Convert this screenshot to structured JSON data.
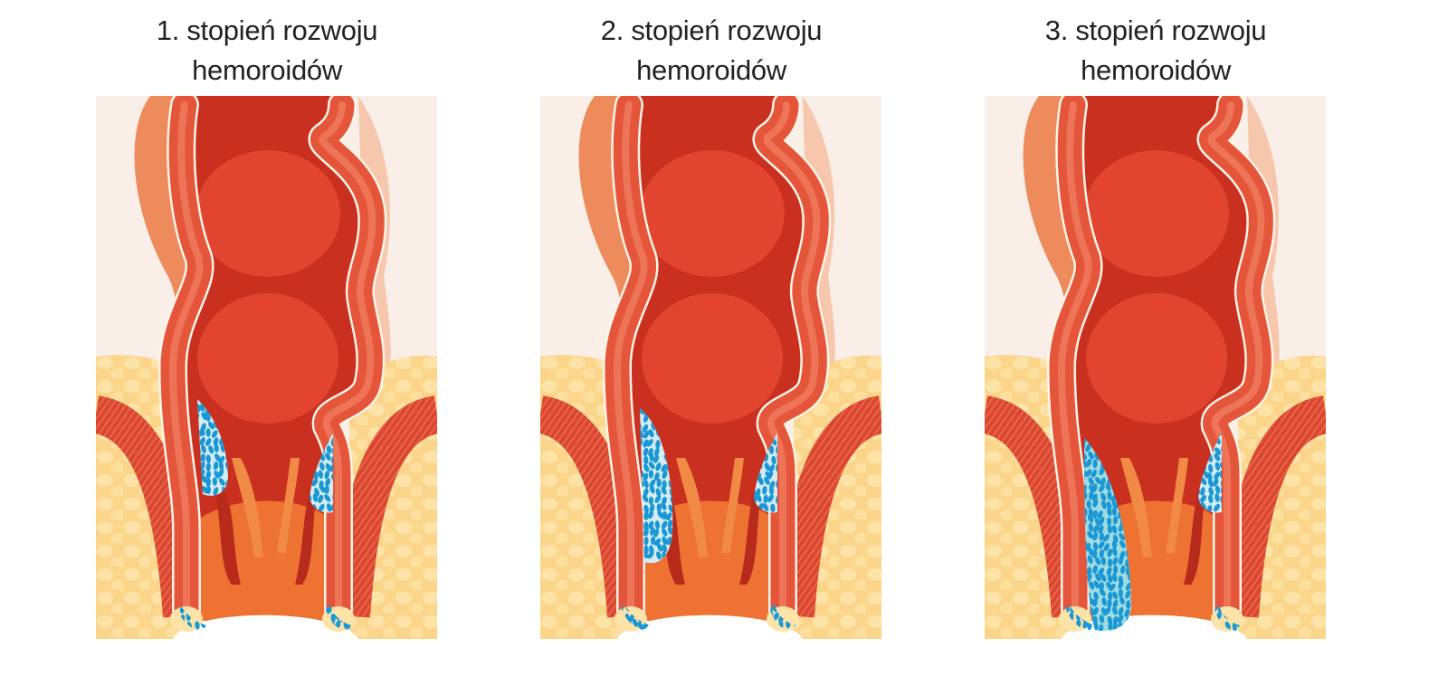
{
  "panels": [
    {
      "title_line1": "1. stopień rozwoju",
      "title_line2": "hemoroidów",
      "stage": 1
    },
    {
      "title_line1": "2. stopień rozwoju",
      "title_line2": "hemoroidów",
      "stage": 2
    },
    {
      "title_line1": "3. stopień rozwoju",
      "title_line2": "hemoroidów",
      "stage": 3
    }
  ],
  "colors": {
    "background": "#f9efe8",
    "fat": "#fbd88c",
    "wall": "#e4553a",
    "lumen": "#cf3623",
    "canal": "#ee7232",
    "muscle": "#d9442e",
    "hemorrhoid_dot": "#1a98d5",
    "hemorrhoid_pocket": "#d3ecf3",
    "prolapse_pocket": "#9fdbe0"
  }
}
